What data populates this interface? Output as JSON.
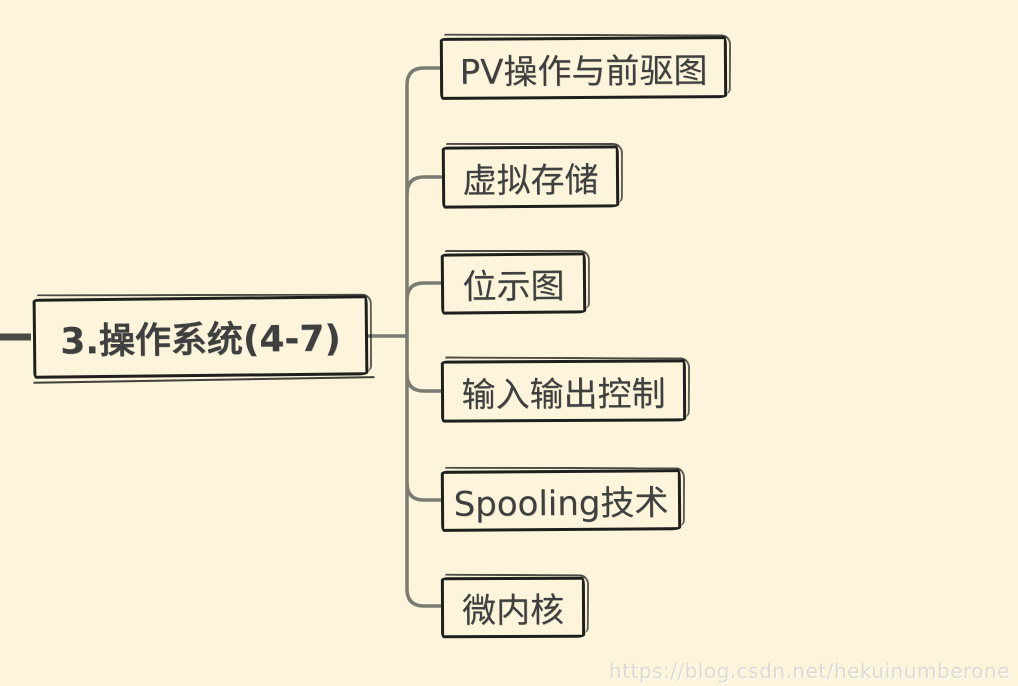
{
  "mindmap": {
    "root": {
      "label": "3.操作系统(4-7)"
    },
    "children": [
      {
        "label": "PV操作与前驱图"
      },
      {
        "label": "虚拟存储"
      },
      {
        "label": "位示图"
      },
      {
        "label": "输入输出控制"
      },
      {
        "label": "Spooling技术"
      },
      {
        "label": "微内核"
      }
    ]
  },
  "watermark": "https://blog.csdn.net/hekuinumberone",
  "colors": {
    "background": "#FCF5DB",
    "branch_line": "#7B7B72",
    "root_stub_line": "#4B4B45",
    "node_border": "#1F1F1D",
    "node_text": "#3F3F3F",
    "watermark_text": "#DEDAD0"
  }
}
